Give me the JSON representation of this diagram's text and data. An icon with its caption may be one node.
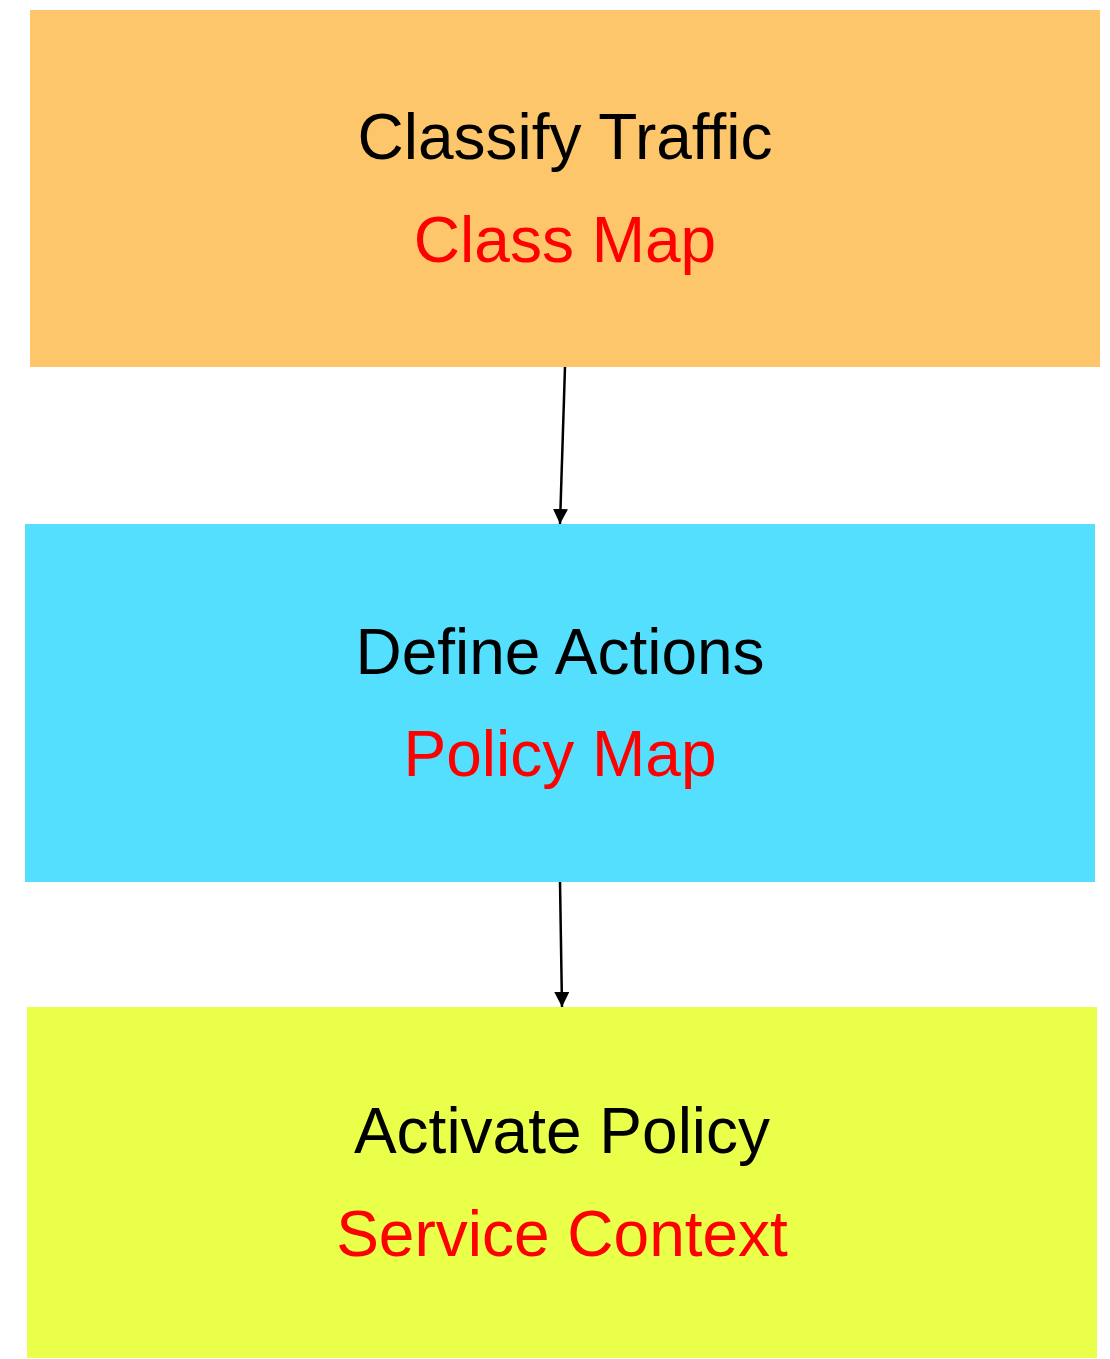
{
  "diagram": {
    "nodes": [
      {
        "text": [
          "Classify Traffic",
          "Class Map"
        ]
      },
      {
        "text": [
          "Define Actions",
          "Policy Map"
        ]
      },
      {
        "text": [
          "Activate Policy",
          "Service Context"
        ]
      }
    ],
    "edges": [
      {
        "from": 0,
        "to": 1,
        "arrow": "to"
      },
      {
        "from": 1,
        "to": 2,
        "arrow": "to"
      }
    ]
  }
}
